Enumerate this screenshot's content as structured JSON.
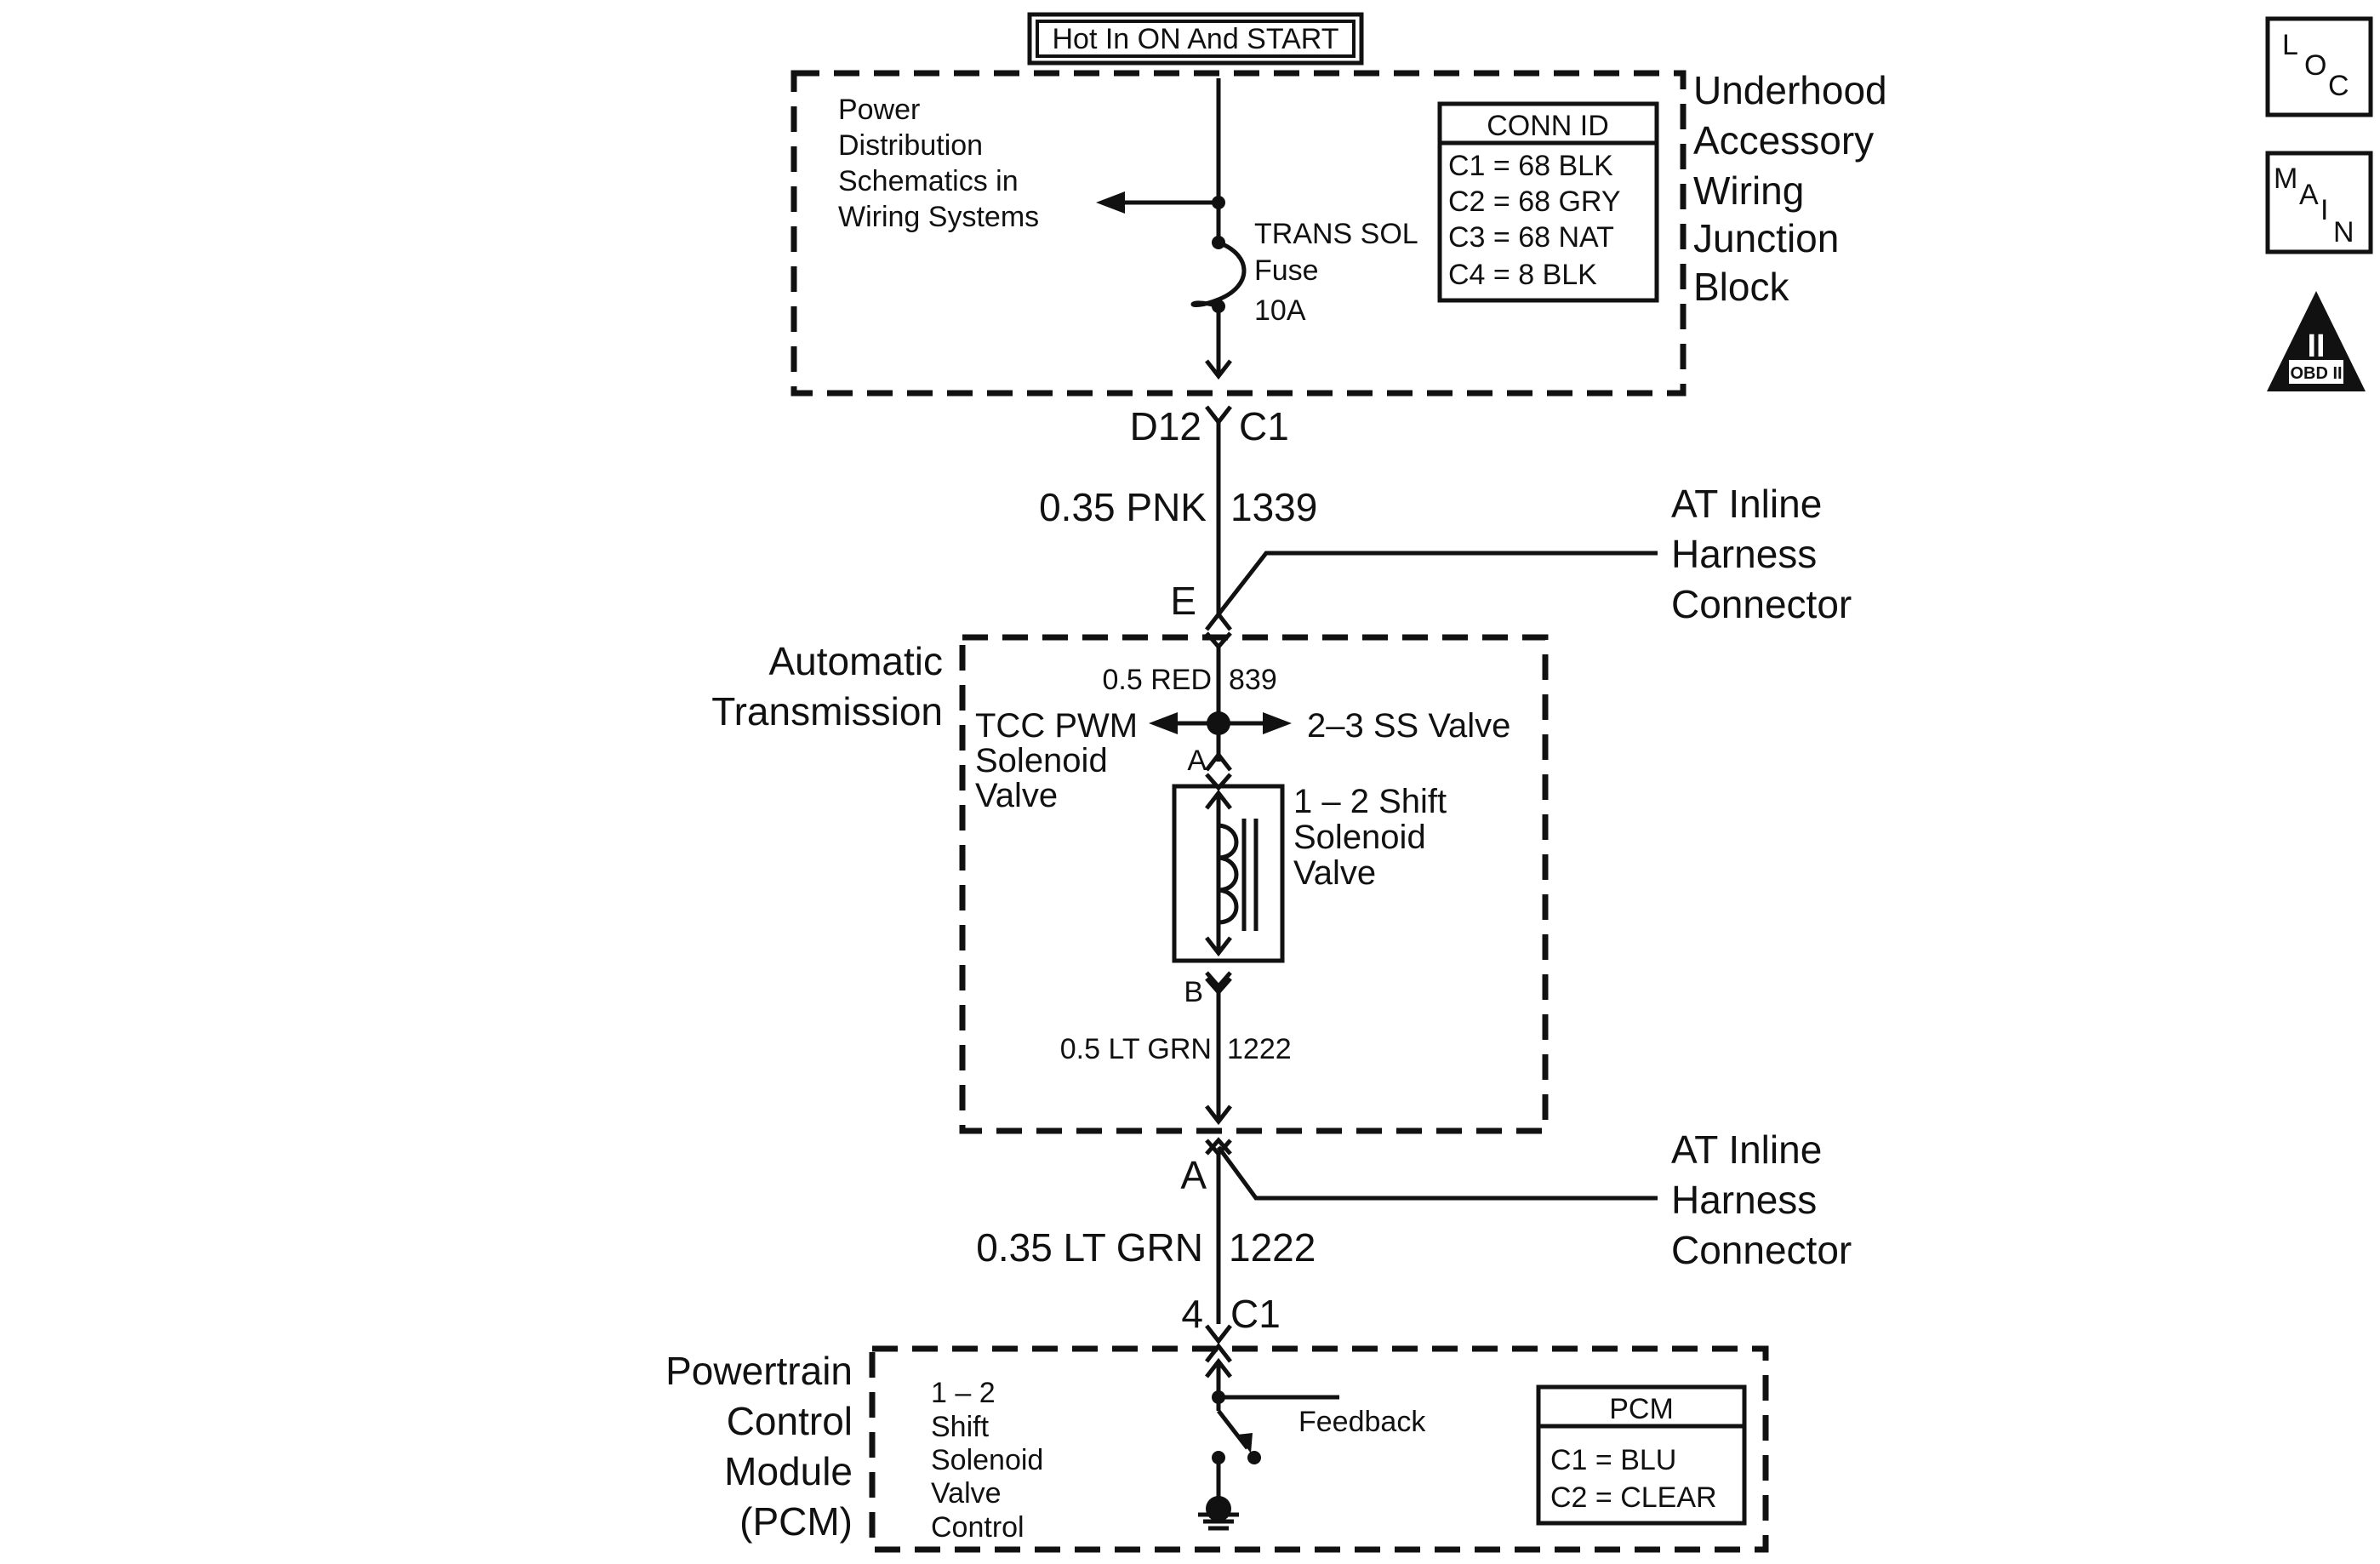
{
  "hot_label": "Hot In ON And START",
  "junction_block": {
    "title_lines": [
      "Underhood",
      "Accessory",
      "Wiring",
      "Junction",
      "Block"
    ],
    "power_dist_lines": [
      "Power",
      "Distribution",
      "Schematics in",
      "Wiring Systems"
    ],
    "fuse_lines": [
      "TRANS SOL",
      "Fuse",
      "10A"
    ],
    "conn_id": {
      "header": "CONN ID",
      "rows": [
        "C1 = 68 BLK",
        "C2 = 68 GRY",
        "C3 = 68 NAT",
        "C4 = 8 BLK"
      ]
    },
    "connector_left": "D12",
    "connector_right": "C1"
  },
  "wire_upper": {
    "gauge_color": "0.35 PNK",
    "circuit": "1339"
  },
  "inline_connector_upper": {
    "pin": "E",
    "label_lines": [
      "AT Inline",
      "Harness",
      "Connector"
    ]
  },
  "transmission": {
    "title_lines": [
      "Automatic",
      "Transmission"
    ],
    "wire_in": {
      "gauge_color": "0.5 RED",
      "circuit": "839"
    },
    "tcc_lines": [
      "TCC PWM",
      "Solenoid",
      "Valve"
    ],
    "ss_valve": "2–3 SS Valve",
    "pin_a": "A",
    "pin_b": "B",
    "solenoid_lines": [
      "1 – 2 Shift",
      "Solenoid",
      "Valve"
    ],
    "wire_out": {
      "gauge_color": "0.5 LT GRN",
      "circuit": "1222"
    }
  },
  "inline_connector_lower": {
    "pin": "A",
    "label_lines": [
      "AT Inline",
      "Harness",
      "Connector"
    ]
  },
  "wire_lower": {
    "gauge_color": "0.35 LT GRN",
    "circuit": "1222"
  },
  "pcm": {
    "connector_pin": "4",
    "connector_id": "C1",
    "title_lines": [
      "Powertrain",
      "Control",
      "Module",
      "(PCM)"
    ],
    "control_lines": [
      "1 – 2",
      "Shift",
      "Solenoid",
      "Valve",
      "Control"
    ],
    "feedback": "Feedback",
    "table": {
      "header": "PCM",
      "rows": [
        "C1 = BLU",
        "C2 = CLEAR"
      ]
    }
  },
  "nav_icons": {
    "loc": [
      "L",
      "O",
      "C"
    ],
    "main": [
      "M",
      "A",
      "I",
      "N"
    ],
    "obd": {
      "numeral": "II",
      "label": "OBD II"
    }
  }
}
